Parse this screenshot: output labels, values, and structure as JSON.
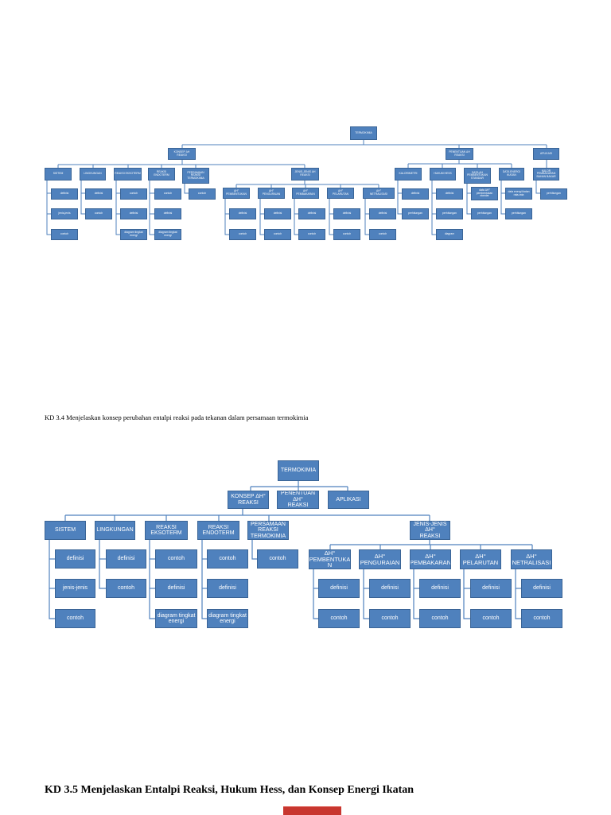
{
  "colors": {
    "box_fill": "#4f81bd",
    "box_border": "#3a6496",
    "line": "#4f81bd",
    "accent_bar": "#c8362f"
  },
  "diagram1": {
    "root": "TERMOKIMIA",
    "konsep": "KONSEP ΔH\nREAKSI",
    "penentuan": "PENENTUAN ΔH\nREAKSI",
    "aplikasi": "APLIKASI",
    "sistem": "SISTEM",
    "lingkungan": "LINGKUNGAN",
    "eksoterm": "REAKSI EKSOTERM",
    "endoterm": "REAKSI\nENDOTERM",
    "persamaan": "PERSAMAAN\nREAKSI\nTERMOKIMIA",
    "jenis": "JENIS-JENIS ΔH\nREAKSI",
    "kalorimetri": "KALORIMETRI",
    "hess": "HUKUM HESS",
    "data_pembentukan": "DATA ΔH\nPEMBENTUKAN\nSTANDAR",
    "data_energi": "DATA ENERGI\nIKATAN",
    "kalor": "KALOR\nPEMBAKARAN\nBAHAN BAKAR",
    "pembentukan": "ΔH°\nPEMBENTUKAN",
    "penguraian": "ΔH°\nPENGURAIAN",
    "pembakaran": "ΔH°\nPEMBAKARAN",
    "pelarutan": "ΔH°\nPELARUTAN",
    "netralisasi": "ΔH°\nNETRALISASI",
    "definisi": "definisi",
    "jenis_jenis": "jenis-jenis",
    "contoh": "contoh",
    "diagram_energi": "diagram tingkat\nenergi",
    "perhitungan": "perhitungan",
    "diagram": "diagram",
    "data_entalpi": "data ΔH°\npembentukan\nstandar",
    "data_energi_kecil": "data energi ikatan\nrata-rata"
  },
  "caption": "KD 3.4 Menjelaskan konsep perubahan entalpi reaksi pada tekanan dalam persamaan termokimia",
  "diagram2": {
    "root": "TERMOKIMIA",
    "konsep": "KONSEP ΔH°\nREAKSI",
    "penentuan": "PENENTUAN ΔH°\nREAKSI",
    "aplikasi": "APLIKASI",
    "sistem": "SISTEM",
    "lingkungan": "LINGKUNGAN",
    "eksoterm": "REAKSI EKSOTERM",
    "endoterm": "REAKSI\nENDOTERM",
    "persamaan": "PERSAMAAN\nREAKSI\nTERMOKIMIA",
    "jenis": "JENIS-JENIS ΔH°\nREAKSI",
    "pembentukan": "ΔH°\nPEMBENTUKA\nN",
    "penguraian": "ΔH°\nPENGURAIAN",
    "pembakaran": "ΔH°\nPEMBAKARAN",
    "pelarutan": "ΔH°\nPELARUTAN",
    "netralisasi": "ΔH°\nNETRALISASI",
    "definisi": "definisi",
    "jenis_jenis": "jenis-jenis",
    "contoh": "contoh",
    "diagram_energi": "diagram tingkat\nenergi"
  },
  "heading": "KD 3.5 Menjelaskan Entalpi Reaksi, Hukum Hess, dan Konsep Energi Ikatan"
}
